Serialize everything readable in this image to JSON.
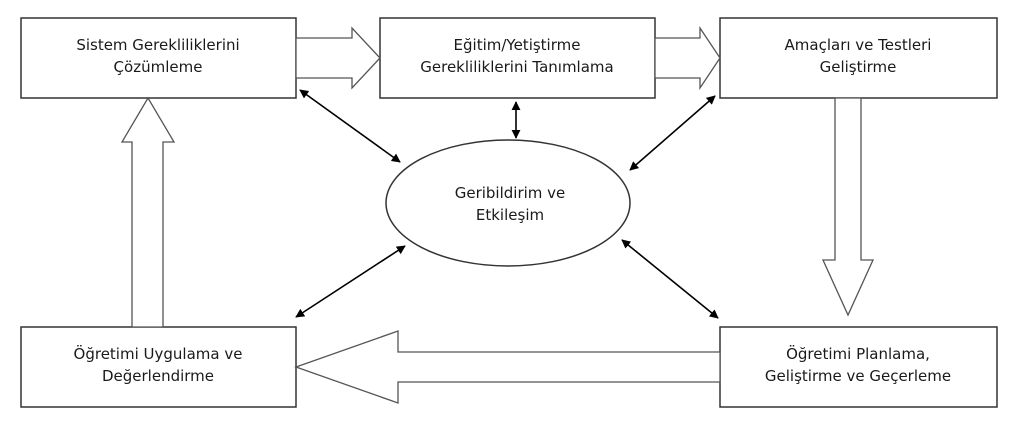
{
  "nodes": {
    "system_analysis": {
      "line1": "Sistem Gerekliliklerini",
      "line2": "Çözümleme"
    },
    "training_requirements": {
      "line1": "Eğitim/Yetiştirme",
      "line2": "Gerekliliklerini Tanımlama"
    },
    "objectives_tests": {
      "line1": "Amaçları ve Testleri",
      "line2": "Geliştirme"
    },
    "feedback": {
      "line1": "Geribildirim ve",
      "line2": "Etkileşim"
    },
    "implement_evaluate": {
      "line1": "Öğretimi Uygulama ve",
      "line2": "Değerlendirme"
    },
    "plan_develop_validate": {
      "line1": "Öğretimi Planlama,",
      "line2": "Geliştirme ve Geçerleme"
    }
  }
}
